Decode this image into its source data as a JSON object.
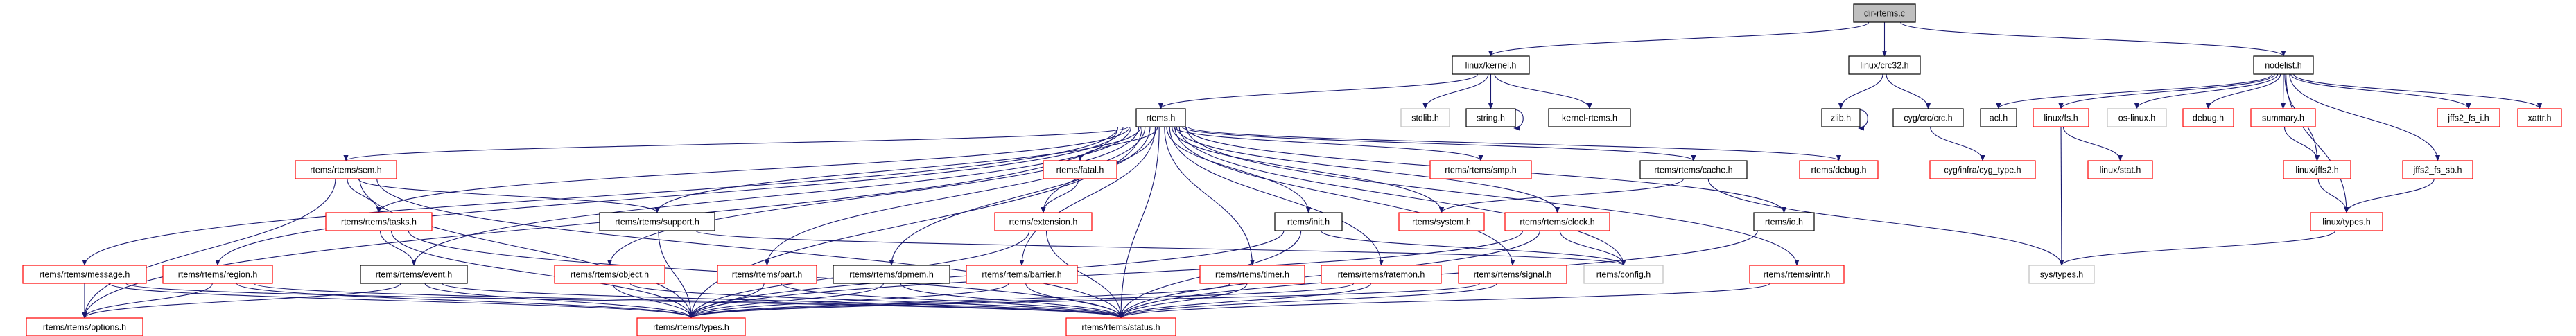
{
  "graph": {
    "colors": {
      "edge": "#191970",
      "border_black": "#000000",
      "border_red": "#ff0000",
      "border_gray": "#bfbfbf",
      "root_fill": "#bfbfbf",
      "fill": "#ffffff"
    },
    "nodes": [
      {
        "id": "dir_rtems_c",
        "label": "dir-rtems.c",
        "style": "root"
      },
      {
        "id": "linux_kernel_h",
        "label": "linux/kernel.h",
        "style": "black"
      },
      {
        "id": "linux_crc32_h",
        "label": "linux/crc32.h",
        "style": "black"
      },
      {
        "id": "nodelist_h",
        "label": "nodelist.h",
        "style": "black"
      },
      {
        "id": "rtems_h",
        "label": "rtems.h",
        "style": "black"
      },
      {
        "id": "stdlib_h",
        "label": "stdlib.h",
        "style": "gray"
      },
      {
        "id": "string_h",
        "label": "string.h",
        "style": "black"
      },
      {
        "id": "kernel_rtems_h",
        "label": "kernel-rtems.h",
        "style": "black"
      },
      {
        "id": "zlib_h",
        "label": "zlib.h",
        "style": "black"
      },
      {
        "id": "cyg_crc_h",
        "label": "cyg/crc/crc.h",
        "style": "black"
      },
      {
        "id": "acl_h",
        "label": "acl.h",
        "style": "black"
      },
      {
        "id": "linux_fs_h",
        "label": "linux/fs.h",
        "style": "red"
      },
      {
        "id": "os_linux_h",
        "label": "os-linux.h",
        "style": "gray"
      },
      {
        "id": "debug_h",
        "label": "debug.h",
        "style": "red"
      },
      {
        "id": "summary_h",
        "label": "summary.h",
        "style": "red"
      },
      {
        "id": "jffs2_fs_i_h",
        "label": "jffs2_fs_i.h",
        "style": "red"
      },
      {
        "id": "xattr_h",
        "label": "xattr.h",
        "style": "red"
      },
      {
        "id": "sem_h",
        "label": "rtems/rtems/sem.h",
        "style": "red"
      },
      {
        "id": "fatal_h",
        "label": "rtems/fatal.h",
        "style": "red"
      },
      {
        "id": "smp_h",
        "label": "rtems/rtems/smp.h",
        "style": "red"
      },
      {
        "id": "cache_h",
        "label": "rtems/rtems/cache.h",
        "style": "black"
      },
      {
        "id": "rtems_debug_h",
        "label": "rtems/debug.h",
        "style": "red"
      },
      {
        "id": "cyg_type_h",
        "label": "cyg/infra/cyg_type.h",
        "style": "red"
      },
      {
        "id": "linux_stat_h",
        "label": "linux/stat.h",
        "style": "red"
      },
      {
        "id": "linux_jffs2_h",
        "label": "linux/jffs2.h",
        "style": "red"
      },
      {
        "id": "jffs2_fs_sb_h",
        "label": "jffs2_fs_sb.h",
        "style": "red"
      },
      {
        "id": "tasks_h",
        "label": "rtems/rtems/tasks.h",
        "style": "red"
      },
      {
        "id": "support_h",
        "label": "rtems/rtems/support.h",
        "style": "black"
      },
      {
        "id": "extension_h",
        "label": "rtems/extension.h",
        "style": "red"
      },
      {
        "id": "init_h",
        "label": "rtems/init.h",
        "style": "black"
      },
      {
        "id": "system_h",
        "label": "rtems/system.h",
        "style": "red"
      },
      {
        "id": "clock_h",
        "label": "rtems/rtems/clock.h",
        "style": "red"
      },
      {
        "id": "io_h",
        "label": "rtems/io.h",
        "style": "black"
      },
      {
        "id": "linux_types_h",
        "label": "linux/types.h",
        "style": "red"
      },
      {
        "id": "message_h",
        "label": "rtems/rtems/message.h",
        "style": "red"
      },
      {
        "id": "region_h",
        "label": "rtems/rtems/region.h",
        "style": "red"
      },
      {
        "id": "event_h",
        "label": "rtems/rtems/event.h",
        "style": "black"
      },
      {
        "id": "object_h",
        "label": "rtems/rtems/object.h",
        "style": "red"
      },
      {
        "id": "part_h",
        "label": "rtems/rtems/part.h",
        "style": "red"
      },
      {
        "id": "dpmem_h",
        "label": "rtems/rtems/dpmem.h",
        "style": "black"
      },
      {
        "id": "barrier_h",
        "label": "rtems/rtems/barrier.h",
        "style": "red"
      },
      {
        "id": "timer_h",
        "label": "rtems/rtems/timer.h",
        "style": "red"
      },
      {
        "id": "ratemon_h",
        "label": "rtems/rtems/ratemon.h",
        "style": "red"
      },
      {
        "id": "signal_h",
        "label": "rtems/rtems/signal.h",
        "style": "red"
      },
      {
        "id": "config_h",
        "label": "rtems/config.h",
        "style": "gray"
      },
      {
        "id": "intr_h",
        "label": "rtems/rtems/intr.h",
        "style": "red"
      },
      {
        "id": "sys_types_h",
        "label": "sys/types.h",
        "style": "gray"
      },
      {
        "id": "options_h",
        "label": "rtems/rtems/options.h",
        "style": "red"
      },
      {
        "id": "types_h",
        "label": "rtems/rtems/types.h",
        "style": "red"
      },
      {
        "id": "status_h",
        "label": "rtems/rtems/status.h",
        "style": "red"
      }
    ],
    "edges": [
      [
        "dir_rtems_c",
        "linux_kernel_h"
      ],
      [
        "dir_rtems_c",
        "linux_crc32_h"
      ],
      [
        "dir_rtems_c",
        "nodelist_h"
      ],
      [
        "linux_kernel_h",
        "rtems_h"
      ],
      [
        "linux_kernel_h",
        "stdlib_h"
      ],
      [
        "linux_kernel_h",
        "string_h"
      ],
      [
        "linux_kernel_h",
        "kernel_rtems_h"
      ],
      [
        "string_h",
        "string_h"
      ],
      [
        "rtems_h",
        "sem_h"
      ],
      [
        "rtems_h",
        "tasks_h"
      ],
      [
        "rtems_h",
        "support_h"
      ],
      [
        "rtems_h",
        "message_h"
      ],
      [
        "rtems_h",
        "region_h"
      ],
      [
        "rtems_h",
        "event_h"
      ],
      [
        "rtems_h",
        "object_h"
      ],
      [
        "rtems_h",
        "part_h"
      ],
      [
        "rtems_h",
        "dpmem_h"
      ],
      [
        "rtems_h",
        "options_h"
      ],
      [
        "rtems_h",
        "types_h"
      ],
      [
        "rtems_h",
        "fatal_h"
      ],
      [
        "rtems_h",
        "extension_h"
      ],
      [
        "rtems_h",
        "barrier_h"
      ],
      [
        "rtems_h",
        "timer_h"
      ],
      [
        "rtems_h",
        "ratemon_h"
      ],
      [
        "rtems_h",
        "signal_h"
      ],
      [
        "rtems_h",
        "config_h"
      ],
      [
        "rtems_h",
        "status_h"
      ],
      [
        "rtems_h",
        "init_h"
      ],
      [
        "rtems_h",
        "smp_h"
      ],
      [
        "rtems_h",
        "system_h"
      ],
      [
        "rtems_h",
        "clock_h"
      ],
      [
        "rtems_h",
        "cache_h"
      ],
      [
        "rtems_h",
        "rtems_debug_h"
      ],
      [
        "rtems_h",
        "io_h"
      ],
      [
        "rtems_h",
        "intr_h"
      ],
      [
        "sem_h",
        "tasks_h"
      ],
      [
        "sem_h",
        "support_h"
      ],
      [
        "sem_h",
        "options_h"
      ],
      [
        "sem_h",
        "types_h"
      ],
      [
        "sem_h",
        "status_h"
      ],
      [
        "tasks_h",
        "event_h"
      ],
      [
        "tasks_h",
        "types_h"
      ],
      [
        "tasks_h",
        "status_h"
      ],
      [
        "support_h",
        "types_h"
      ],
      [
        "support_h",
        "config_h"
      ],
      [
        "message_h",
        "options_h"
      ],
      [
        "message_h",
        "types_h"
      ],
      [
        "message_h",
        "status_h"
      ],
      [
        "region_h",
        "options_h"
      ],
      [
        "region_h",
        "types_h"
      ],
      [
        "region_h",
        "status_h"
      ],
      [
        "event_h",
        "options_h"
      ],
      [
        "event_h",
        "types_h"
      ],
      [
        "event_h",
        "status_h"
      ],
      [
        "object_h",
        "types_h"
      ],
      [
        "object_h",
        "status_h"
      ],
      [
        "part_h",
        "types_h"
      ],
      [
        "part_h",
        "status_h"
      ],
      [
        "dpmem_h",
        "types_h"
      ],
      [
        "dpmem_h",
        "status_h"
      ],
      [
        "fatal_h",
        "extension_h"
      ],
      [
        "extension_h",
        "types_h"
      ],
      [
        "extension_h",
        "status_h"
      ],
      [
        "barrier_h",
        "types_h"
      ],
      [
        "barrier_h",
        "status_h"
      ],
      [
        "init_h",
        "types_h"
      ],
      [
        "init_h",
        "config_h"
      ],
      [
        "init_h",
        "status_h"
      ],
      [
        "timer_h",
        "types_h"
      ],
      [
        "timer_h",
        "status_h"
      ],
      [
        "ratemon_h",
        "types_h"
      ],
      [
        "ratemon_h",
        "status_h"
      ],
      [
        "signal_h",
        "types_h"
      ],
      [
        "signal_h",
        "status_h"
      ],
      [
        "cache_h",
        "system_h"
      ],
      [
        "cache_h",
        "sys_types_h"
      ],
      [
        "clock_h",
        "config_h"
      ],
      [
        "clock_h",
        "types_h"
      ],
      [
        "clock_h",
        "status_h"
      ],
      [
        "io_h",
        "status_h"
      ],
      [
        "intr_h",
        "status_h"
      ],
      [
        "linux_crc32_h",
        "zlib_h"
      ],
      [
        "linux_crc32_h",
        "cyg_crc_h"
      ],
      [
        "zlib_h",
        "zlib_h"
      ],
      [
        "cyg_crc_h",
        "cyg_type_h"
      ],
      [
        "nodelist_h",
        "acl_h"
      ],
      [
        "nodelist_h",
        "linux_fs_h"
      ],
      [
        "nodelist_h",
        "os_linux_h"
      ],
      [
        "nodelist_h",
        "debug_h"
      ],
      [
        "nodelist_h",
        "summary_h"
      ],
      [
        "nodelist_h",
        "jffs2_fs_i_h"
      ],
      [
        "nodelist_h",
        "xattr_h"
      ],
      [
        "nodelist_h",
        "linux_jffs2_h"
      ],
      [
        "nodelist_h",
        "jffs2_fs_sb_h"
      ],
      [
        "nodelist_h",
        "linux_types_h"
      ],
      [
        "linux_fs_h",
        "linux_stat_h"
      ],
      [
        "linux_fs_h",
        "sys_types_h"
      ],
      [
        "summary_h",
        "linux_jffs2_h"
      ],
      [
        "linux_jffs2_h",
        "linux_types_h"
      ],
      [
        "jffs2_fs_sb_h",
        "linux_types_h"
      ],
      [
        "linux_types_h",
        "sys_types_h"
      ]
    ]
  }
}
